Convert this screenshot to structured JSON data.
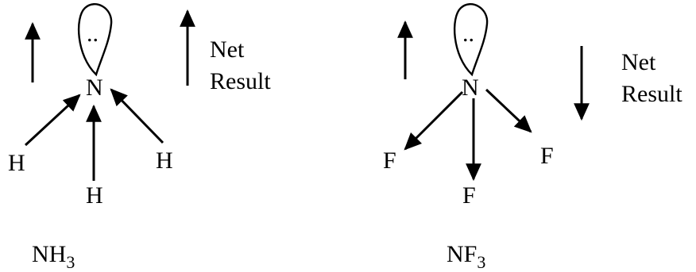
{
  "figure": {
    "left": {
      "central_atom": "N",
      "substituents": [
        "H",
        "H",
        "H"
      ],
      "net_label_line1": "Net",
      "net_label_line2": "Result",
      "formula_main": "NH",
      "formula_sub": "3",
      "net_direction": "up",
      "bond_dipole_direction": "toward N"
    },
    "right": {
      "central_atom": "N",
      "substituents": [
        "F",
        "F",
        "F"
      ],
      "net_label_line1": "Net",
      "net_label_line2": "Result",
      "formula_main": "NF",
      "formula_sub": "3",
      "net_direction": "down",
      "bond_dipole_direction": "away from N"
    },
    "lone_pair": "..",
    "color": "#000000"
  }
}
